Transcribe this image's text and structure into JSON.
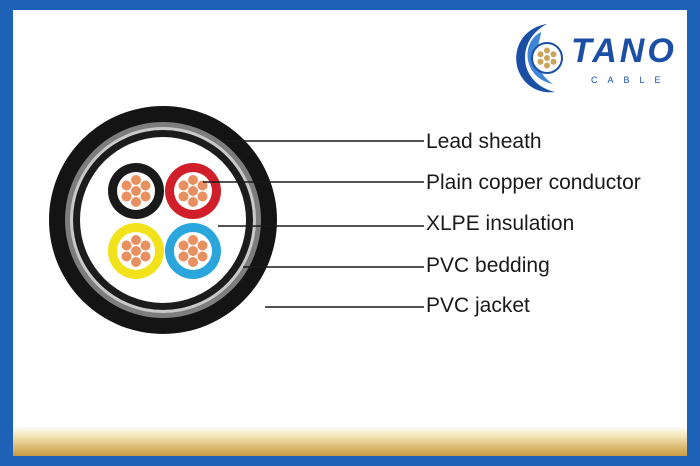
{
  "brand": {
    "name": "TANO",
    "tagline": "CABLE",
    "colors": {
      "primary": "#1b4fa6",
      "frame": "#1f63b8",
      "accent_gold": "#c79a45"
    }
  },
  "diagram": {
    "labels": [
      {
        "key": "lead_sheath",
        "text": "Lead sheath"
      },
      {
        "key": "conductor",
        "text": "Plain copper conductor"
      },
      {
        "key": "insulation",
        "text": "XLPE insulation"
      },
      {
        "key": "bedding",
        "text": "PVC bedding"
      },
      {
        "key": "jacket",
        "text": "PVC jacket"
      }
    ],
    "core_colors": [
      "#1a1a1a",
      "#d11f2a",
      "#f2e21c",
      "#2ba6dd"
    ],
    "conductor_color": "#e89060"
  }
}
